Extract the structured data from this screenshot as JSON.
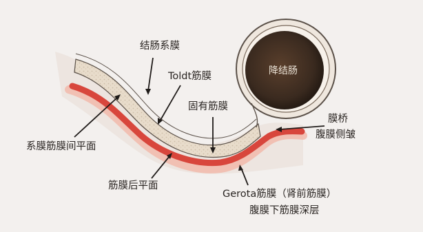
{
  "diagram": {
    "labels": {
      "mesocolon": "结肠系膜",
      "toldt": "Toldt筋膜",
      "descending_colon": "降结肠",
      "fixed_fascia": "固有筋膜",
      "peritoneal_bridge": "膜桥",
      "peritoneal_fold": "腹膜侧皱",
      "intermesenteric_plane": "系膜筋膜间平面",
      "retrofascial_plane": "筋膜后平面",
      "gerota": "Gerota筋膜（肾前筋膜）",
      "deep_layer": "腹膜下筋膜深层"
    },
    "colors": {
      "paper": "#f3f0ee",
      "bowel_lumen": "#3a2a1f",
      "bowel_wall": "#c9b8a6",
      "fascia_stipple": "#e6d9c9",
      "red_layer": "#d8463c",
      "pink_layer": "#f1b7a7",
      "outline": "#5a5048",
      "leader": "#1f1b19"
    }
  }
}
